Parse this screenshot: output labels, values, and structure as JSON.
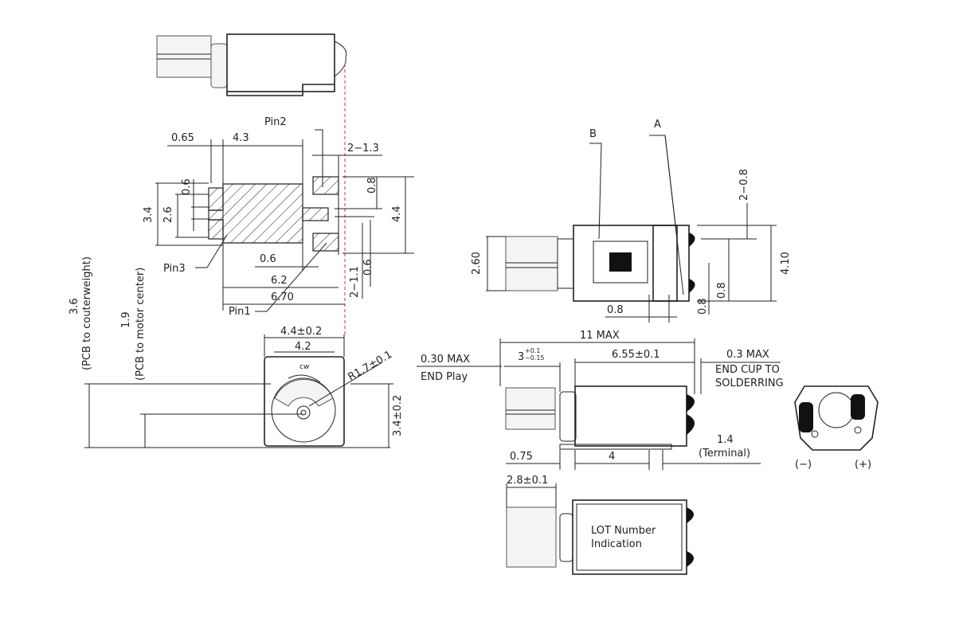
{
  "footprint": {
    "pin2": "Pin2",
    "pin3": "Pin3",
    "pin1": "Pin1",
    "dim_065": "0.65",
    "dim_43": "4.3",
    "dim_2_13": "2−1.3",
    "dim_06_left": "0.6",
    "dim_08_right": "0.8",
    "dim_34": "3.4",
    "dim_26": "2.6",
    "dim_44": "4.4",
    "dim_06_bottom": "0.6",
    "dim_62": "6.2",
    "dim_670": "6.70",
    "dim_2_11": "2−1.1",
    "dim_06_vert": "0.6"
  },
  "heights": {
    "h36": "3.6",
    "h36_note": "(PCB to couterweight)",
    "h19": "1.9",
    "h19_note": "(PCB to motor center)"
  },
  "front_view": {
    "width_outer": "4.4±0.2",
    "width_inner": "4.2",
    "radius": "R1.7±0.1",
    "height": "3.4±0.2",
    "rotation": "cw"
  },
  "top_view": {
    "label_b": "B",
    "label_a": "A",
    "dim_2_08": "2−0.8",
    "dim_260": "2.60",
    "dim_410": "4.10",
    "dim_08_h": "0.8",
    "dim_08_v1": "0.8",
    "dim_08_v2": "0.8"
  },
  "side_view": {
    "total": "11 MAX",
    "end_play_value": "0.30 MAX",
    "end_play_label": "END Play",
    "weight_len": "3",
    "weight_tol_plus": "+0.1",
    "weight_tol_minus": "−0.15",
    "body_len": "6.55±0.1",
    "endcup_value": "0.3 MAX",
    "endcup_label1": "END CUP TO",
    "endcup_label2": "SOLDERRING",
    "terminal_value": "1.4",
    "terminal_label": "(Terminal)",
    "dim_075": "0.75",
    "dim_4": "4"
  },
  "bottom_view": {
    "weight_dia": "2.8±0.1",
    "lot1": "LOT Number",
    "lot2": "Indication"
  },
  "end_view": {
    "minus": "(−)",
    "plus": "(+)"
  }
}
